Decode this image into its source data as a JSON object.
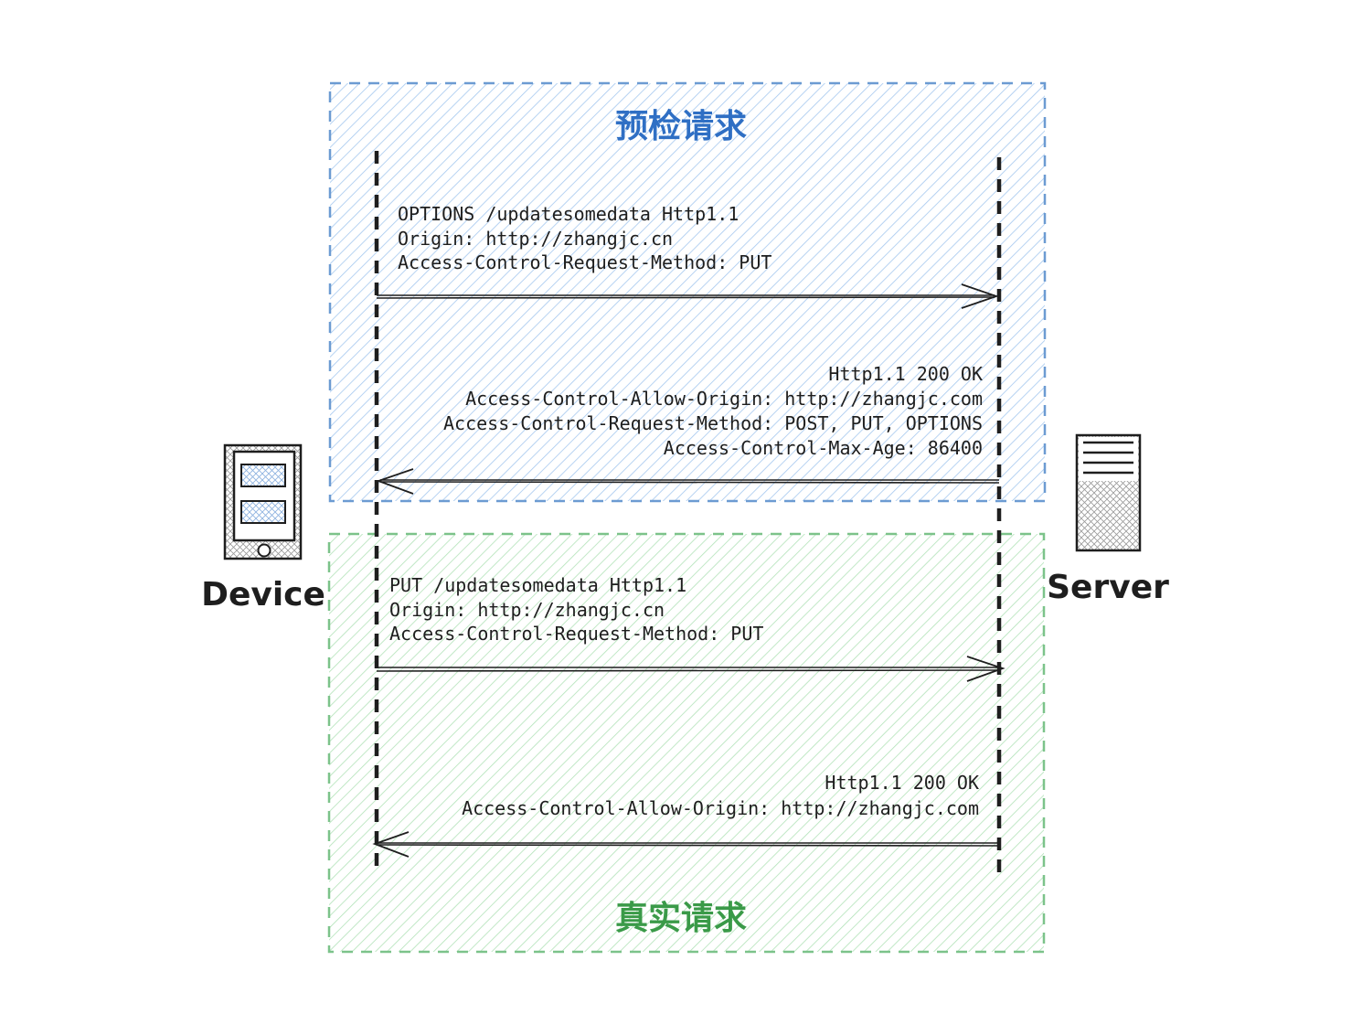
{
  "colors": {
    "preflight_border": "#6c9bd2",
    "preflight_fill": "#a5c8ef",
    "preflight_title": "#2f6fc4",
    "actual_border": "#7cc38a",
    "actual_fill": "#b2e2b8",
    "actual_title": "#3a9a48",
    "ink": "#1e1e1e"
  },
  "preflight": {
    "title": "预检请求",
    "request_lines": [
      "OPTIONS /updatesomedata Http1.1",
      "Origin: http://zhangjc.cn",
      "Access-Control-Request-Method: PUT"
    ],
    "response_lines": [
      "Http1.1 200 OK",
      "Access-Control-Allow-Origin: http://zhangjc.com",
      "Access-Control-Request-Method: POST, PUT, OPTIONS",
      "Access-Control-Max-Age: 86400"
    ]
  },
  "actual": {
    "title": "真实请求",
    "request_lines": [
      "PUT /updatesomedata Http1.1",
      "Origin: http://zhangjc.cn",
      "Access-Control-Request-Method: PUT"
    ],
    "response_lines": [
      "Http1.1 200 OK",
      "Access-Control-Allow-Origin: http://zhangjc.com"
    ]
  },
  "device": {
    "label": "Device",
    "icon": "mobile-device-icon"
  },
  "server": {
    "label": "Server",
    "icon": "server-tower-icon"
  }
}
